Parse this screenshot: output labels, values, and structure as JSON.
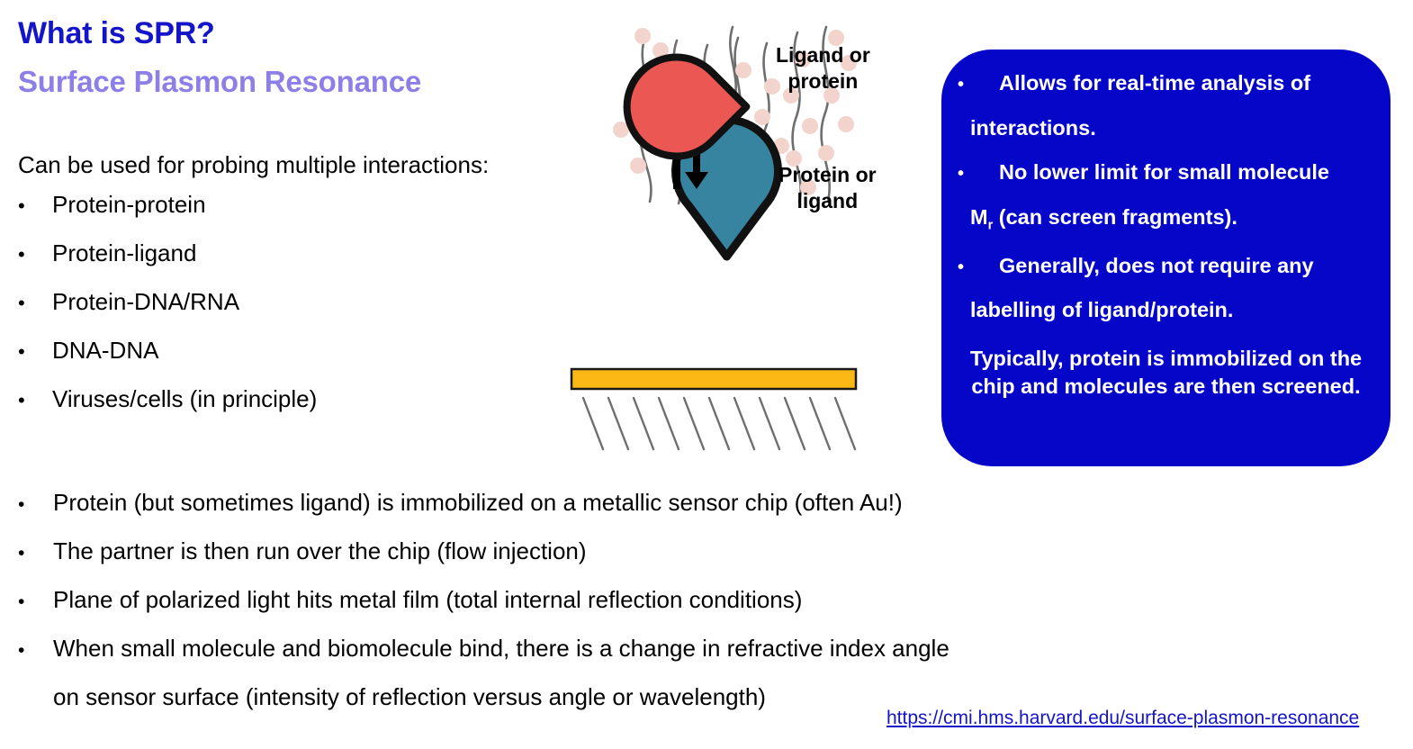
{
  "slide": {
    "title": "What is SPR?",
    "subtitle": "Surface Plasmon Resonance",
    "intro": "Can be used for probing multiple interactions:",
    "bullet_glyph": "•"
  },
  "left_bullets": [
    {
      "text": "Protein-protein"
    },
    {
      "text": "Protein-ligand"
    },
    {
      "text": "Protein-DNA/RNA"
    },
    {
      "text": "DNA-DNA"
    },
    {
      "text": "Viruses/cells (in principle)"
    }
  ],
  "bottom_bullets": [
    {
      "text": "Protein (but sometimes ligand) is immobilized on a metallic sensor chip (often Au!)"
    },
    {
      "text": "The partner is then run over the chip (flow injection)"
    },
    {
      "text": "Plane of polarized light hits metal film (total internal reflection conditions)"
    },
    {
      "text": "When small molecule and biomolecule bind, there is a change in refractive index angle"
    }
  ],
  "bottom_continuation": "on sensor surface (intensity of reflection versus angle or wavelength)",
  "source_link": "https://cmi.hms.harvard.edu/surface-plasmon-resonance",
  "callout": {
    "bullet_1_line_1": "Allows for real-time analysis of",
    "bullet_1_line_2": "interactions.",
    "bullet_2_line_1": "No lower limit for small molecule",
    "bullet_2_line_2_pre": "M",
    "bullet_2_line_2_sub": "r",
    "bullet_2_line_2_post": " (can screen fragments).",
    "bullet_3_line_1": "Generally, does not require any",
    "bullet_3_line_2": "labelling of ligand/protein.",
    "summary_line_1": "Typically, protein is immobilized on the",
    "summary_line_2": "chip and molecules are then screened."
  },
  "diagram": {
    "label_top_line_1": "Ligand or",
    "label_top_line_2": "protein",
    "label_bottom_line_1": "Protein or",
    "label_bottom_line_2": "ligand"
  },
  "colors": {
    "title_blue": "#1414C8",
    "subtitle_purple": "#8C7FE8",
    "callout_blue": "#0606C8",
    "ligand_red": "#EB5752",
    "protein_teal": "#3784A0",
    "gold_chip": "#FCB814",
    "dextran_gray": "#6E6E6E",
    "dot_pink": "#F3D4CD"
  }
}
